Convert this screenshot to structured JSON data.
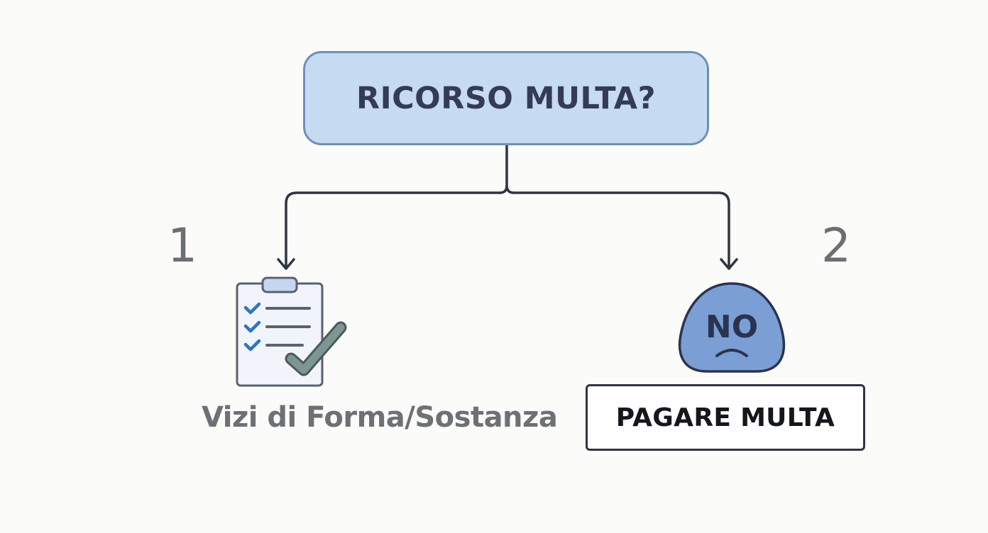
{
  "question": {
    "text": "RICORSO MULTA?"
  },
  "branches": [
    {
      "number": "1",
      "icon": "clipboard-checklist-icon",
      "label": "Vizi di Forma/Sostanza"
    },
    {
      "number": "2",
      "icon": "sad-face-no-icon",
      "icon_text": "NO",
      "label": "PAGARE MULTA"
    }
  ],
  "colors": {
    "question_fill": "#c6daf2",
    "question_border": "#6f8fb8",
    "connector": "#2f3540",
    "no_face_fill": "#7b9fd4",
    "checkmark_small": "#2e74c0",
    "checkmark_large": "#6f8a88"
  }
}
